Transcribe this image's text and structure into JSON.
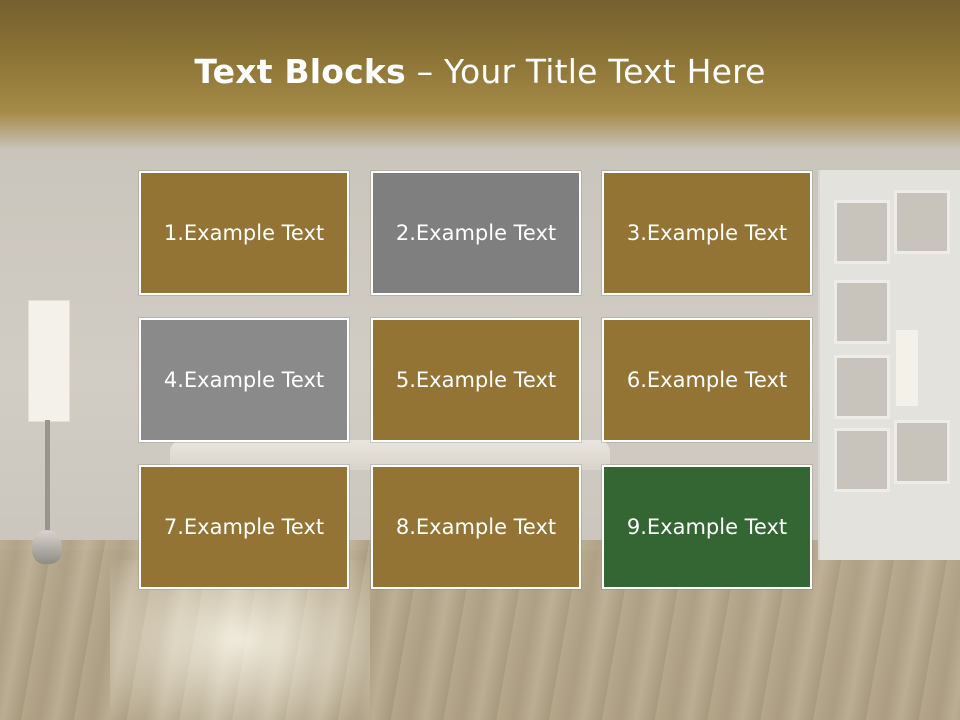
{
  "slide": {
    "title_bold": "Text Blocks",
    "title_dash": " – ",
    "title_rest": "Your Title Text Here"
  },
  "colors": {
    "title_band": "#8a7235",
    "block_gold": "#937434",
    "block_gray": "#7f7f7f",
    "block_gray_light": "#8a8a8a",
    "block_green": "#336633",
    "block_border": "#ffffff"
  },
  "blocks": [
    {
      "label": "1.Example Text",
      "color": "#937434"
    },
    {
      "label": "2.Example Text",
      "color": "#7f7f7f"
    },
    {
      "label": "3.Example Text",
      "color": "#937434"
    },
    {
      "label": "4.Example Text",
      "color": "#8a8a8a"
    },
    {
      "label": "5.Example Text",
      "color": "#937434"
    },
    {
      "label": "6.Example Text",
      "color": "#937434"
    },
    {
      "label": "7.Example Text",
      "color": "#937434"
    },
    {
      "label": "8.Example Text",
      "color": "#937434"
    },
    {
      "label": "9.Example Text",
      "color": "#336633"
    }
  ]
}
